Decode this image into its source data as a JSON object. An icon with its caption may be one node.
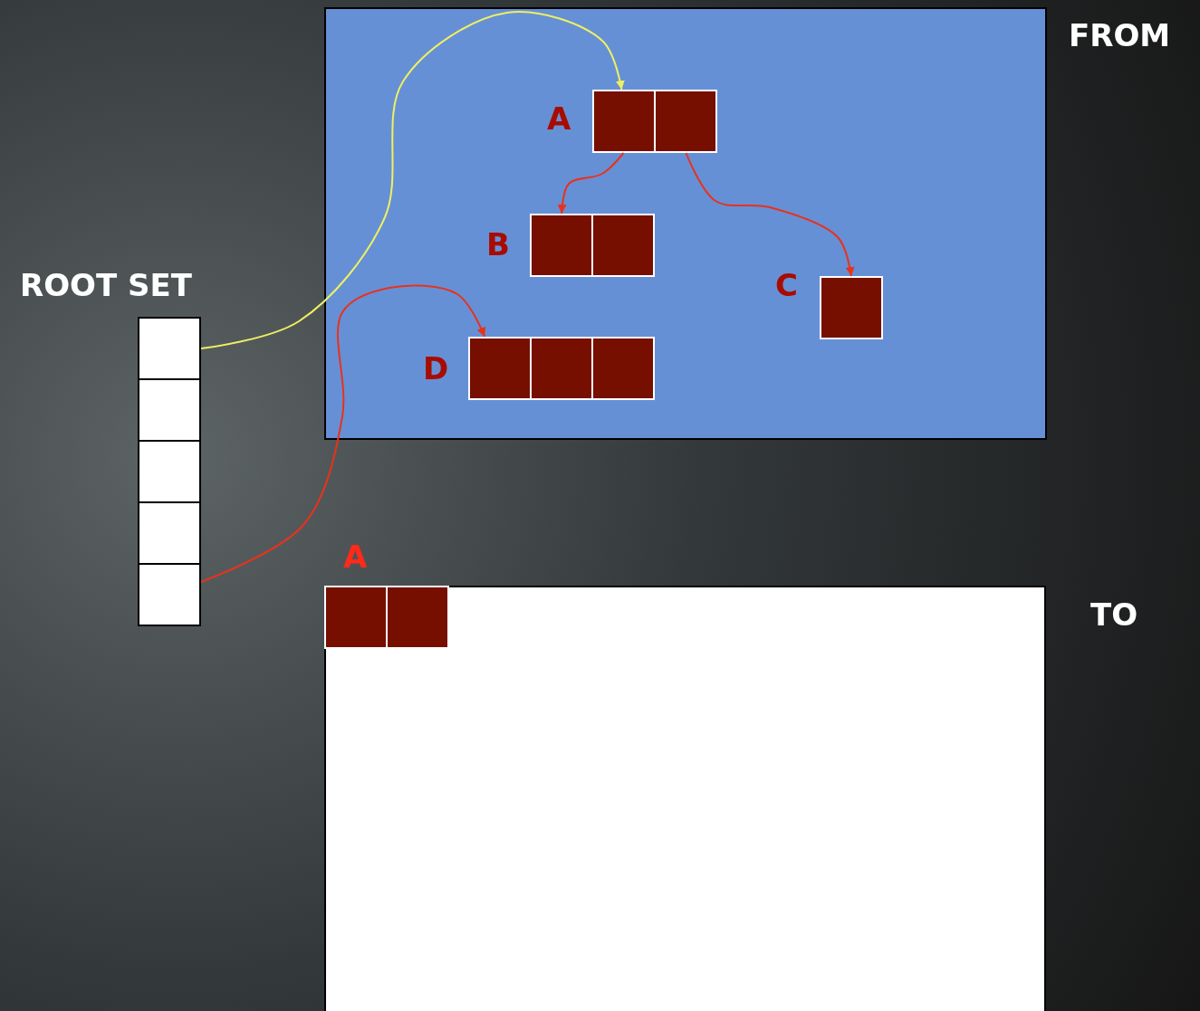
{
  "diagram": {
    "nodes": [
      {
        "text": [
          "FROM"
        ]
      },
      {
        "text": [
          "A"
        ],
        "in": 0
      },
      {
        "text": [
          "B"
        ],
        "in": 0
      },
      {
        "text": [
          "C"
        ],
        "in": 0
      },
      {
        "text": [
          "D"
        ],
        "in": 0
      },
      {
        "text": [
          "ROOT SET"
        ]
      },
      {
        "text": [],
        "shape": "box",
        "in": 5
      },
      {
        "text": [],
        "shape": "box",
        "in": 5
      },
      {
        "text": [],
        "shape": "box",
        "in": 5
      },
      {
        "text": [],
        "shape": "box",
        "in": 5
      },
      {
        "text": [],
        "shape": "box",
        "in": 5
      },
      {
        "text": [
          "TO"
        ]
      },
      {
        "text": [
          "A"
        ],
        "in": 11
      }
    ],
    "edges": [
      {
        "from": 6,
        "to": 1,
        "arrow": "to",
        "color": "#eef060"
      },
      {
        "from": 1,
        "to": 2,
        "arrow": "to"
      },
      {
        "from": 1,
        "to": 3,
        "arrow": "to"
      },
      {
        "from": 10,
        "to": 4,
        "arrow": "to"
      }
    ]
  }
}
